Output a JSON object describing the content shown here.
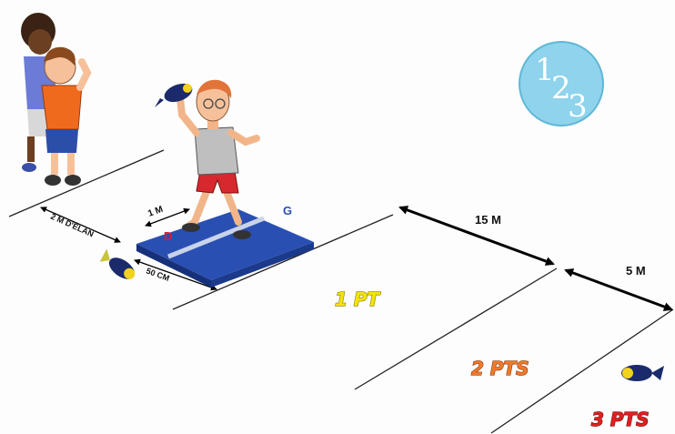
{
  "scores": {
    "one": "1 PT",
    "two": "2 PTS",
    "three": "3 PTS"
  },
  "dimensions": {
    "run_up": "2 M D'ÉLAN",
    "one_m": "1 M",
    "fifty_cm": "50 CM",
    "fifteen_m": "15 M",
    "five_m": "5 M"
  },
  "mat_labels": {
    "left": "D",
    "right": "G"
  },
  "badge": {
    "d1": "1",
    "d2": "2",
    "d3": "3"
  },
  "colors": {
    "score_1": "#f4e409",
    "score_2": "#f07a2a",
    "score_3": "#e02020",
    "mat": "#1f3f9a",
    "badge": "#8fd3ec",
    "javelin_body": "#1b2a6b",
    "javelin_tip": "#f2d21b"
  }
}
